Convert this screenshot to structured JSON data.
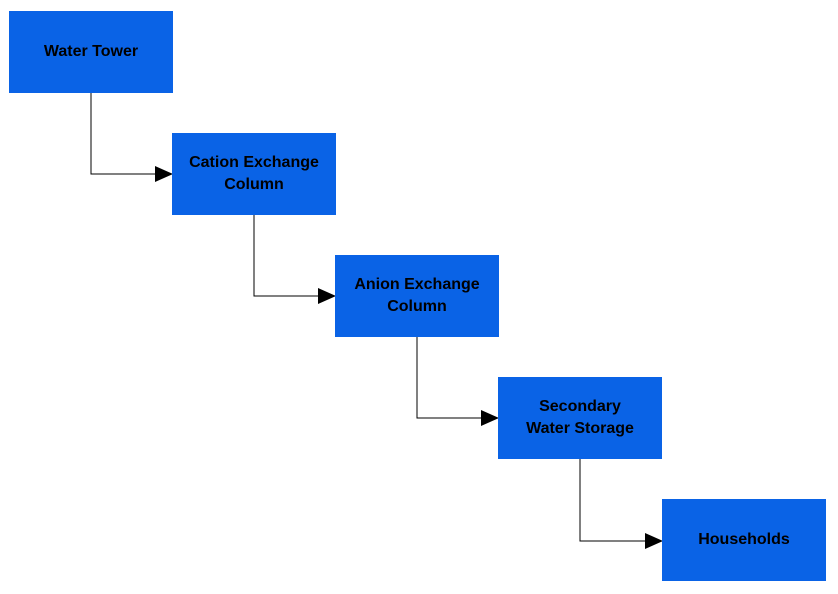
{
  "colors": {
    "node_fill": "#0a63e6",
    "connector": "#000000",
    "label": "#000000"
  },
  "diagram": {
    "nodes": [
      {
        "id": "water-tower",
        "label": "Water Tower"
      },
      {
        "id": "cation-exchange-column",
        "label": "Cation Exchange\nColumn"
      },
      {
        "id": "anion-exchange-column",
        "label": "Anion Exchange\nColumn"
      },
      {
        "id": "secondary-water-storage",
        "label": "Secondary\nWater Storage"
      },
      {
        "id": "households",
        "label": "Households"
      }
    ],
    "edges": [
      {
        "from": "water-tower",
        "to": "cation-exchange-column"
      },
      {
        "from": "cation-exchange-column",
        "to": "anion-exchange-column"
      },
      {
        "from": "anion-exchange-column",
        "to": "secondary-water-storage"
      },
      {
        "from": "secondary-water-storage",
        "to": "households"
      }
    ]
  }
}
